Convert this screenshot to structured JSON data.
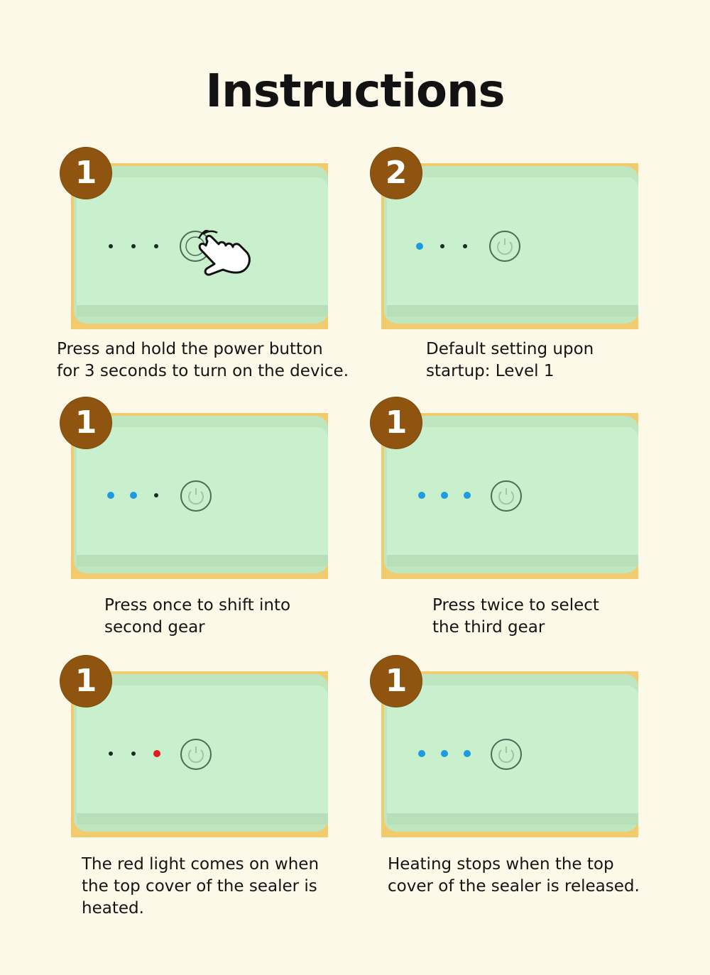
{
  "title": "Instructions",
  "colors": {
    "background": "#fdf9e9",
    "badge": "#8f5510",
    "device_surface": "#c9f0cc",
    "device_rim": "#f2cb6e",
    "led_blue": "#1e9be0",
    "led_red": "#e21b1b",
    "led_off": "#1c2b22"
  },
  "steps": [
    {
      "badge": "1",
      "leds": [
        "off",
        "off",
        "off"
      ],
      "hand_icon": true,
      "caption": [
        "Press and hold the power button",
        "for 3 seconds to turn on the device."
      ]
    },
    {
      "badge": "2",
      "leds": [
        "blue",
        "off",
        "off"
      ],
      "hand_icon": false,
      "caption": [
        "Default setting upon",
        "startup: Level 1"
      ]
    },
    {
      "badge": "1",
      "leds": [
        "blue",
        "blue",
        "off"
      ],
      "hand_icon": false,
      "caption": [
        "Press once to shift into",
        "second gear"
      ]
    },
    {
      "badge": "1",
      "leds": [
        "blue",
        "blue",
        "blue"
      ],
      "hand_icon": false,
      "caption": [
        "Press twice to select",
        "the third gear"
      ]
    },
    {
      "badge": "1",
      "leds": [
        "off",
        "off",
        "red"
      ],
      "hand_icon": false,
      "caption": [
        "The red light comes on when",
        "the top cover of the sealer is",
        "heated."
      ]
    },
    {
      "badge": "1",
      "leds": [
        "blue",
        "blue",
        "blue"
      ],
      "hand_icon": false,
      "caption": [
        "Heating stops when the top",
        "cover of the sealer is released."
      ]
    }
  ]
}
